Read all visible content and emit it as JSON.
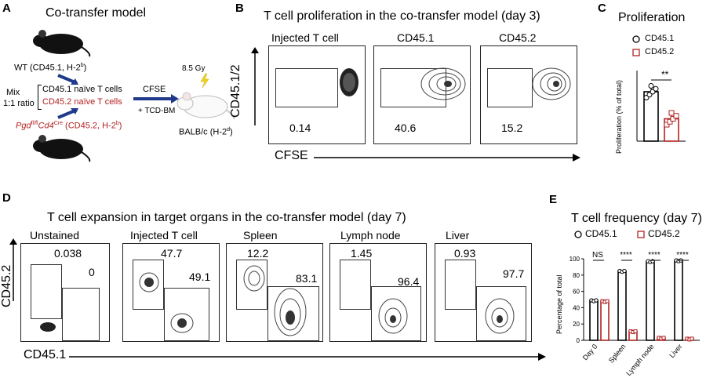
{
  "panel_labels": {
    "a": "A",
    "b": "B",
    "c": "C",
    "d": "D",
    "e": "E"
  },
  "panelA": {
    "title": "Co-transfer model",
    "wt_label": "WT (CD45.1, H-2",
    "wt_sup": "b",
    "wt_end": ")",
    "mix": "Mix",
    "ratio": "1:1 ratio",
    "cd451": "CD45.1 naïve T cells",
    "cd452": "CD45.2 naïve T cells",
    "cfse": "CFSE",
    "tcdbm": "+ TCD-BM",
    "gy": "8.5 Gy",
    "balbc": "BALB/c (H-2",
    "balbc_sup": "d",
    "balbc_end": ")",
    "ko_pgd": "Pgd",
    "ko_sup1": "fl/fl",
    "ko_cd4": "Cd4",
    "ko_sup2": "Cre",
    "ko_rest": " (CD45.2, H-2",
    "ko_sup3": "b",
    "ko_end": ")"
  },
  "panelB": {
    "title": "T cell proliferation in the co-transfer model (day 3)",
    "ylabel": "CD45.1/2",
    "xlabel": "CFSE",
    "plots": [
      {
        "title": "Injected T cell",
        "value": "0.14"
      },
      {
        "title": "CD45.1",
        "value": "40.6"
      },
      {
        "title": "CD45.2",
        "value": "15.2"
      }
    ]
  },
  "panelC": {
    "title": "Proliferation",
    "legend": [
      "CD45.1",
      "CD45.2"
    ],
    "ylabel": "Proliferation (% of total)",
    "sig": "**",
    "colors": {
      "cd451": "#000000",
      "cd452": "#b22222"
    }
  },
  "panelD": {
    "title": "T cell expansion in target organs in the co-transfer model (day 7)",
    "ylabel": "CD45.2",
    "xlabel": "CD45.1",
    "plots": [
      {
        "title": "Unstained",
        "top": "0.038",
        "right": "0"
      },
      {
        "title": "Injected T cell",
        "top": "47.7",
        "right": "49.1"
      },
      {
        "title": "Spleen",
        "top": "12.2",
        "right": "83.1"
      },
      {
        "title": "Lymph node",
        "top": "1.45",
        "right": "96.4"
      },
      {
        "title": "Liver",
        "top": "0.93",
        "right": "97.7"
      }
    ]
  },
  "panelE": {
    "title": "T cell frequency (day 7)",
    "legend": [
      "CD45.1",
      "CD45.2"
    ],
    "ylabel": "Percentage of total",
    "ticks": [
      "0",
      "20",
      "40",
      "60",
      "80",
      "100"
    ],
    "sig": [
      "NS",
      "****",
      "****",
      "****"
    ],
    "categories": [
      "Day 0",
      "Spleen",
      "Lymph node",
      "Liver"
    ]
  },
  "chart_data": [
    {
      "type": "bar",
      "title": "Proliferation",
      "ylabel": "Proliferation (% of total)",
      "categories": [
        "CD45.1",
        "CD45.2"
      ],
      "series": [
        {
          "name": "CD45.1",
          "values": [
            42
          ]
        },
        {
          "name": "CD45.2",
          "values": [
            19
          ]
        }
      ],
      "annotations": [
        "**"
      ]
    },
    {
      "type": "bar",
      "title": "T cell frequency (day 7)",
      "ylabel": "Percentage of total",
      "ylim": [
        0,
        100
      ],
      "categories": [
        "Day 0",
        "Spleen",
        "Lymph node",
        "Liver"
      ],
      "series": [
        {
          "name": "CD45.1",
          "values": [
            49,
            85,
            97,
            98
          ]
        },
        {
          "name": "CD45.2",
          "values": [
            48,
            11,
            3,
            2
          ]
        }
      ],
      "annotations": [
        "NS",
        "****",
        "****",
        "****"
      ]
    }
  ]
}
